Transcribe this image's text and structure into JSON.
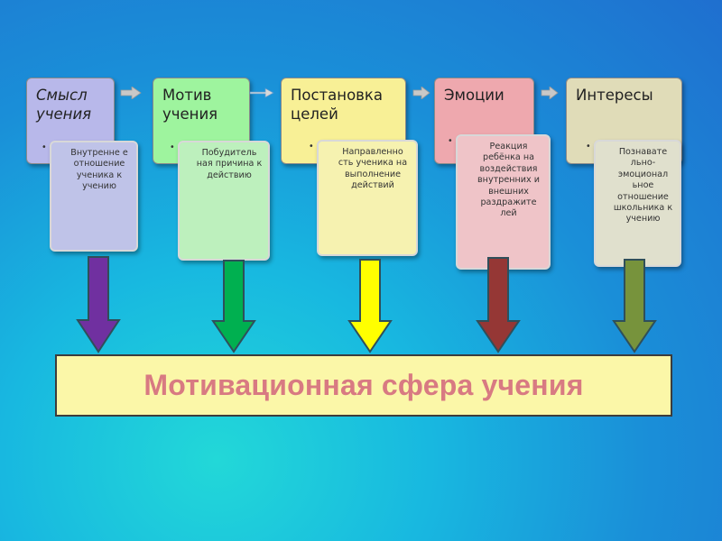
{
  "colors": {
    "top": [
      "#b8b8ea",
      "#9ef49e",
      "#f8f096",
      "#eea8ae",
      "#e0dcb8"
    ],
    "inner": [
      "#bfc3e8",
      "#bdf0bd",
      "#f6f2b0",
      "#efc4c8",
      "#e0e0cd"
    ],
    "arrows": [
      "#7030a0",
      "#00b050",
      "#ffff00",
      "#953735",
      "#77933c"
    ],
    "footer_text": "#d87a82",
    "footer_bg": "#fbf7a8"
  },
  "stages": [
    {
      "title": "Смысл учения",
      "description": "Внутренне е отношение ученика к учению"
    },
    {
      "title": "Мотив учения",
      "description": "Побудитель ная причина к действию"
    },
    {
      "title": "Постановка целей",
      "description": "Направленно сть ученика на выполнение действий"
    },
    {
      "title": "Эмоции",
      "description": "Реакция ребёнка на воздействия внутренних и внешних раздражите лей"
    },
    {
      "title": "Интересы",
      "description": "Познавате льно- эмоционал ьное отношение школьника к учению"
    }
  ],
  "footer": {
    "label": "Мотивационная сфера учения"
  },
  "icons": {
    "flow_arrow": "right-arrow-icon",
    "down_arrow": "down-arrow-icon",
    "bullet": "•"
  }
}
